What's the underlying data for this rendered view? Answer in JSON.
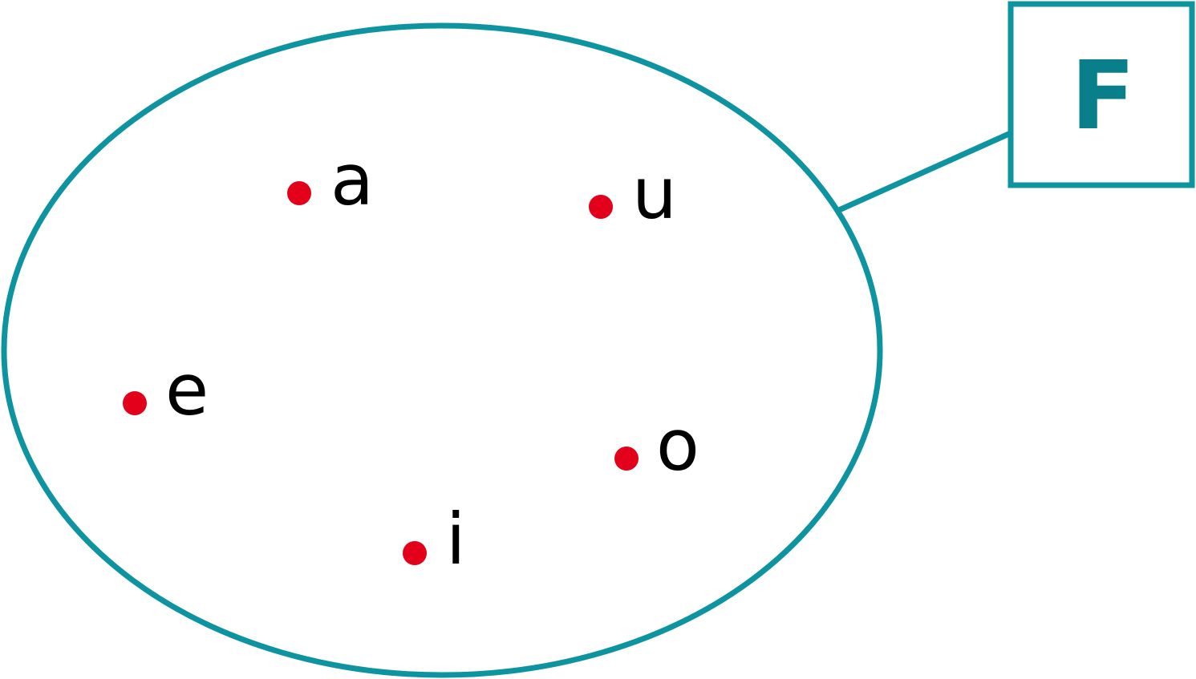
{
  "diagram": {
    "set_label": "F",
    "elements": [
      "a",
      "u",
      "e",
      "o",
      "i"
    ]
  },
  "colors": {
    "outline": "#0e94a0",
    "label": "#0a7f8c",
    "point": "#e2001a",
    "text": "#000000",
    "background": "#ffffff"
  }
}
